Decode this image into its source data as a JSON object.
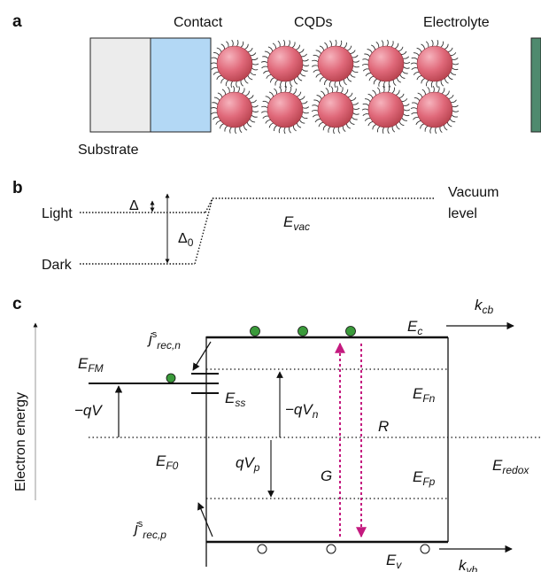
{
  "colors": {
    "substrate": "#ececec",
    "contact": "#b3d8f5",
    "cqd": "#e0697a",
    "electrolyte": "#4f8a6e",
    "arrow_magenta": "#c41a7f",
    "dot_green": "#3a9a3a"
  },
  "panel_a": {
    "label": "a",
    "contact": "Contact",
    "cqds": "CQDs",
    "electrolyte": "Electrolyte",
    "substrate": "Substrate"
  },
  "panel_b": {
    "label": "b",
    "light": "Light",
    "dark": "Dark",
    "delta": "Δ",
    "delta0": "Δ",
    "delta0_sub": "0",
    "e_vac": "E",
    "e_vac_sub": "vac",
    "vacuum": "Vacuum",
    "level": "level"
  },
  "panel_c": {
    "label": "c",
    "axis_label": "Electron energy",
    "j_rec_n": "j",
    "j_rec_n_sup": "s",
    "j_rec_n_sub_rec": "rec,",
    "j_rec_n_sub_n": "n",
    "j_rec_p": "j",
    "j_rec_p_sup": "s",
    "j_rec_p_sub_rec": "rec,",
    "j_rec_p_sub_p": "p",
    "e_fm": "E",
    "e_fm_sub": "FM",
    "minus_qv": "−qV",
    "e_ss": "E",
    "e_ss_sub": "ss",
    "minus_qvn": "−qV",
    "minus_qvn_sub": "n",
    "e_f0": "E",
    "e_f0_sub": "F0",
    "qvp": "qV",
    "qvp_sub": "p",
    "e_c": "E",
    "e_c_sub": "c",
    "k_cb": "k",
    "k_cb_sub": "cb",
    "e_fn": "E",
    "e_fn_sub": "Fn",
    "r": "R",
    "g": "G",
    "e_fp": "E",
    "e_fp_sub": "Fp",
    "e_redox": "E",
    "e_redox_sub": "redox",
    "e_v": "E",
    "e_v_sub": "v",
    "k_vb": "k",
    "k_vb_sub": "vb"
  }
}
